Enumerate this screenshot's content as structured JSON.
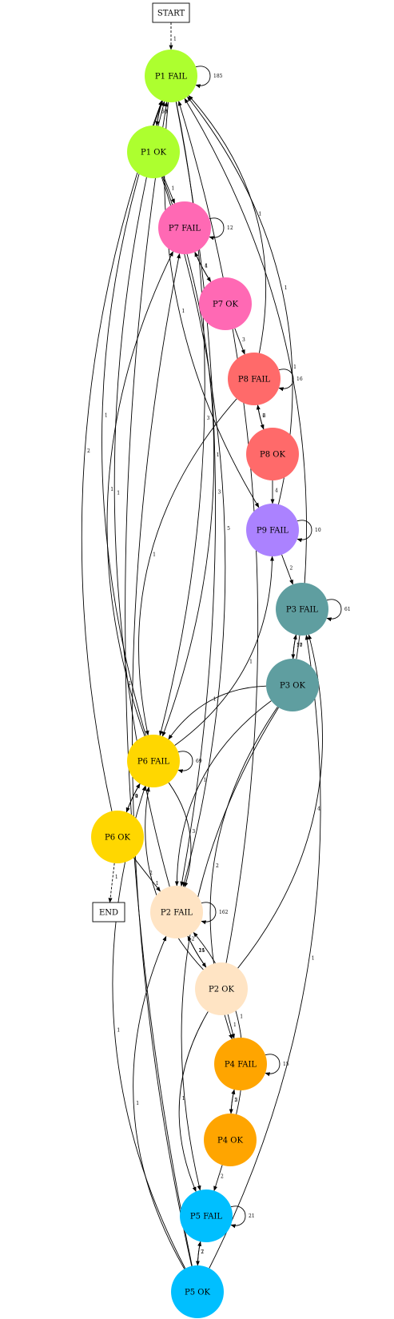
{
  "nodes": {
    "start": {
      "label": "START",
      "shape": "box",
      "color": "#ffffff"
    },
    "end": {
      "label": "END",
      "shape": "box",
      "color": "#ffffff"
    },
    "p1fail": {
      "label": "P1 FAIL",
      "color": "#adff2f"
    },
    "p1ok": {
      "label": "P1 OK",
      "color": "#adff2f"
    },
    "p7fail": {
      "label": "P7 FAIL",
      "color": "#ff69b4"
    },
    "p7ok": {
      "label": "P7 OK",
      "color": "#ff69b4"
    },
    "p8fail": {
      "label": "P8 FAIL",
      "color": "#ff6a6a"
    },
    "p8ok": {
      "label": "P8 OK",
      "color": "#ff6a6a"
    },
    "p9fail": {
      "label": "P9 FAIL",
      "color": "#ab82ff"
    },
    "p3fail": {
      "label": "P3 FAIL",
      "color": "#5f9ea0"
    },
    "p3ok": {
      "label": "P3 OK",
      "color": "#5f9ea0"
    },
    "p6fail": {
      "label": "P6 FAIL",
      "color": "#ffd700"
    },
    "p6ok": {
      "label": "P6 OK",
      "color": "#ffd700"
    },
    "p2fail": {
      "label": "P2 FAIL",
      "color": "#ffe4c4"
    },
    "p2ok": {
      "label": "P2 OK",
      "color": "#ffe4c4"
    },
    "p4fail": {
      "label": "P4 FAIL",
      "color": "#ffa500"
    },
    "p4ok": {
      "label": "P4 OK",
      "color": "#ffa500"
    },
    "p5fail": {
      "label": "P5 FAIL",
      "color": "#00bfff"
    },
    "p5ok": {
      "label": "P5 OK",
      "color": "#00bfff"
    }
  },
  "edges": [
    {
      "from": "start",
      "to": "p1fail",
      "label": "1",
      "style": "dashed"
    },
    {
      "from": "p1fail",
      "to": "p1fail",
      "label": "185"
    },
    {
      "from": "p1fail",
      "to": "p1ok",
      "label": "60"
    },
    {
      "from": "p1ok",
      "to": "p1fail",
      "label": "53"
    },
    {
      "from": "p1ok",
      "to": "p7fail",
      "label": "1"
    },
    {
      "from": "p1ok",
      "to": "p6fail",
      "label": "1"
    },
    {
      "from": "p1ok",
      "to": "p2fail",
      "label": "5"
    },
    {
      "from": "p7fail",
      "to": "p7fail",
      "label": "12"
    },
    {
      "from": "p7fail",
      "to": "p7ok",
      "label": "4"
    },
    {
      "from": "p7ok",
      "to": "p7fail",
      "label": "1"
    },
    {
      "from": "p7ok",
      "to": "p8fail",
      "label": "3"
    },
    {
      "from": "p8fail",
      "to": "p8fail",
      "label": "16"
    },
    {
      "from": "p8fail",
      "to": "p8ok",
      "label": "6"
    },
    {
      "from": "p8ok",
      "to": "p8fail",
      "label": "2"
    },
    {
      "from": "p8fail",
      "to": "p1fail",
      "label": "1"
    },
    {
      "from": "p8fail",
      "to": "p6fail",
      "label": "1"
    },
    {
      "from": "p8ok",
      "to": "p9fail",
      "label": "4"
    },
    {
      "from": "p9fail",
      "to": "p9fail",
      "label": "10"
    },
    {
      "from": "p9fail",
      "to": "p1fail",
      "label": "1"
    },
    {
      "from": "p9fail",
      "to": "p3fail",
      "label": "2"
    },
    {
      "from": "p1fail",
      "to": "p9fail",
      "label": "1"
    },
    {
      "from": "p3fail",
      "to": "p3fail",
      "label": "61"
    },
    {
      "from": "p3fail",
      "to": "p3ok",
      "label": "17"
    },
    {
      "from": "p3ok",
      "to": "p3fail",
      "label": "10"
    },
    {
      "from": "p3ok",
      "to": "p1fail",
      "label": "1"
    },
    {
      "from": "p3ok",
      "to": "p6fail",
      "label": "1"
    },
    {
      "from": "p3ok",
      "to": "p2fail",
      "label": "1"
    },
    {
      "from": "p3ok",
      "to": "p4fail",
      "label": "2"
    },
    {
      "from": "p3ok",
      "to": "p5fail",
      "label": "2"
    },
    {
      "from": "p6fail",
      "to": "p6fail",
      "label": "69"
    },
    {
      "from": "p6fail",
      "to": "p6ok",
      "label": "9"
    },
    {
      "from": "p6ok",
      "to": "p6fail",
      "label": "4"
    },
    {
      "from": "p6fail",
      "to": "p1fail",
      "label": "1"
    },
    {
      "from": "p1fail",
      "to": "p6fail",
      "label": "3"
    },
    {
      "from": "p6fail",
      "to": "p7fail",
      "label": "1"
    },
    {
      "from": "p6fail",
      "to": "p9fail",
      "label": "1"
    },
    {
      "from": "p6fail",
      "to": "p2fail",
      "label": "3"
    },
    {
      "from": "p6ok",
      "to": "p1fail",
      "label": "2"
    },
    {
      "from": "p6ok",
      "to": "p2fail",
      "label": "2"
    },
    {
      "from": "p6ok",
      "to": "end",
      "label": "1",
      "style": "dashed"
    },
    {
      "from": "p2fail",
      "to": "p2fail",
      "label": "162"
    },
    {
      "from": "p2fail",
      "to": "p2ok",
      "label": "25"
    },
    {
      "from": "p2ok",
      "to": "p2fail",
      "label": "14"
    },
    {
      "from": "p2fail",
      "to": "p1fail",
      "label": "1"
    },
    {
      "from": "p1fail",
      "to": "p2fail",
      "label": "3"
    },
    {
      "from": "p2ok",
      "to": "p1fail",
      "label": "1"
    },
    {
      "from": "p2ok",
      "to": "p3fail",
      "label": "4"
    },
    {
      "from": "p2ok",
      "to": "p6fail",
      "label": "1"
    },
    {
      "from": "p2ok",
      "to": "p4fail",
      "label": "1"
    },
    {
      "from": "p2ok",
      "to": "p5fail",
      "label": "1"
    },
    {
      "from": "p4fail",
      "to": "p4fail",
      "label": "15"
    },
    {
      "from": "p4fail",
      "to": "p4ok",
      "label": "5"
    },
    {
      "from": "p4ok",
      "to": "p4fail",
      "label": "2"
    },
    {
      "from": "p4ok",
      "to": "p2fail",
      "label": "1"
    },
    {
      "from": "p4ok",
      "to": "p5fail",
      "label": "2"
    },
    {
      "from": "p5fail",
      "to": "p5fail",
      "label": "21"
    },
    {
      "from": "p5fail",
      "to": "p5ok",
      "label": "7"
    },
    {
      "from": "p5ok",
      "to": "p5fail",
      "label": "2"
    },
    {
      "from": "p5ok",
      "to": "p1fail",
      "label": "1"
    },
    {
      "from": "p5ok",
      "to": "p7fail",
      "label": "1"
    },
    {
      "from": "p5ok",
      "to": "p6fail",
      "label": "1"
    },
    {
      "from": "p5ok",
      "to": "p2fail",
      "label": "1"
    },
    {
      "from": "p5ok",
      "to": "p3fail",
      "label": "1"
    }
  ]
}
